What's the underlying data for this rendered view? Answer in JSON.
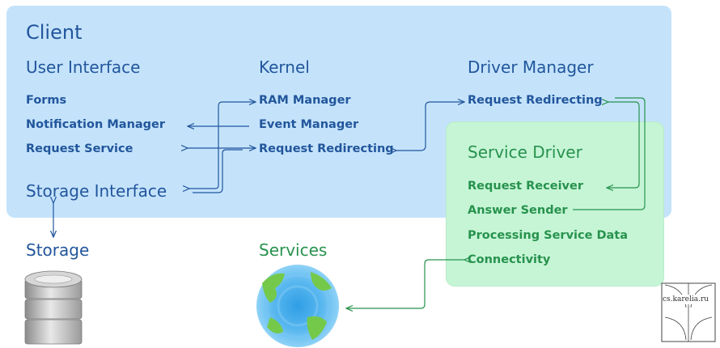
{
  "client": {
    "title": "Client",
    "user_interface": {
      "title": "User Interface",
      "items": [
        "Forms",
        "Notification Manager",
        "Request Service"
      ]
    },
    "storage_interface": "Storage Interface",
    "kernel": {
      "title": "Kernel",
      "items": [
        "RAM Manager",
        "Event Manager",
        "Request Redirecting"
      ]
    },
    "driver_manager": {
      "title": "Driver Manager",
      "items": [
        "Request Redirecting"
      ]
    }
  },
  "service_driver": {
    "title": "Service Driver",
    "items": [
      "Request Receiver",
      "Answer Sender",
      "Processing Service Data",
      "Connectivity"
    ]
  },
  "storage": {
    "title": "Storage"
  },
  "services": {
    "title": "Services"
  },
  "logo": {
    "text": "cs.karelia.ru"
  },
  "colors": {
    "client_bg": "#c4e3fb",
    "service_bg": "#c6f5d6",
    "blue_text": "#22569c",
    "green_text": "#27924d"
  }
}
